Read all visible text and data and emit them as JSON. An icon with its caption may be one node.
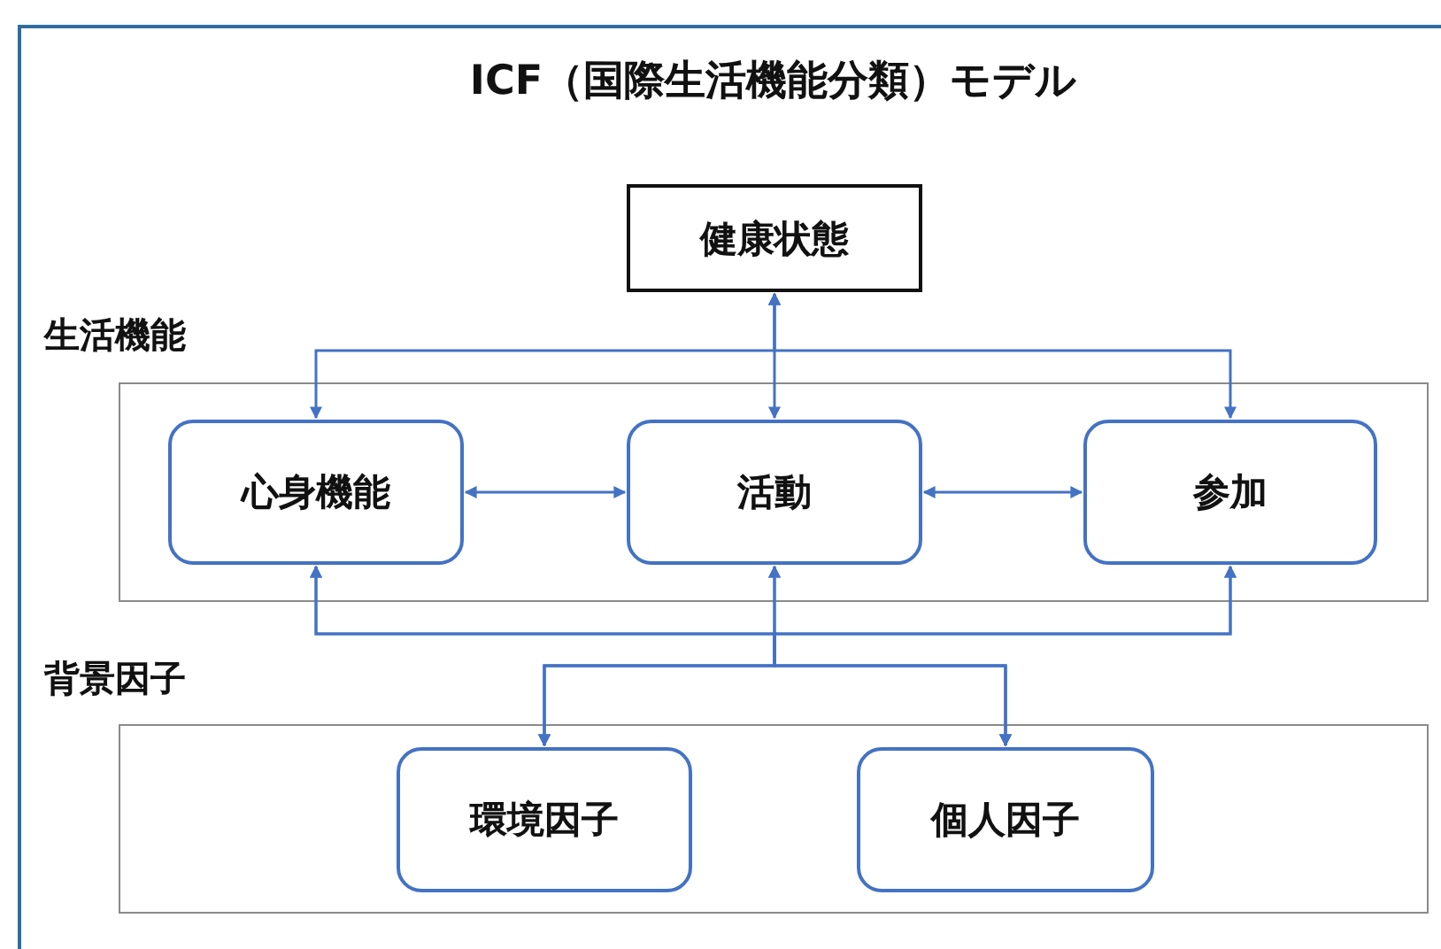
{
  "diagram": {
    "title": "ICF（国際生活機能分類）モデル",
    "nodes": [
      {
        "text": [
          "健康状態"
        ]
      },
      {
        "text": [
          "生活機能"
        ]
      },
      {
        "text": [
          "心身機能"
        ],
        "in": 1
      },
      {
        "text": [
          "活動"
        ],
        "in": 1
      },
      {
        "text": [
          "参加"
        ],
        "in": 1
      },
      {
        "text": [
          "背景因子"
        ]
      },
      {
        "text": [
          "環境因子"
        ],
        "in": 5
      },
      {
        "text": [
          "個人因子"
        ],
        "in": 5
      }
    ],
    "edges": [
      {
        "from": 0,
        "to": 2,
        "arrow": "both"
      },
      {
        "from": 0,
        "to": 3,
        "arrow": "both"
      },
      {
        "from": 0,
        "to": 4,
        "arrow": "both"
      },
      {
        "from": 2,
        "to": 3,
        "arrow": "both"
      },
      {
        "from": 3,
        "to": 4,
        "arrow": "both"
      },
      {
        "from": 6,
        "to": 2,
        "arrow": "both"
      },
      {
        "from": 6,
        "to": 3,
        "arrow": "both"
      },
      {
        "from": 6,
        "to": 4,
        "arrow": "both"
      },
      {
        "from": 7,
        "to": 2,
        "arrow": "both"
      },
      {
        "from": 7,
        "to": 3,
        "arrow": "both"
      },
      {
        "from": 7,
        "to": 4,
        "arrow": "both"
      }
    ]
  }
}
